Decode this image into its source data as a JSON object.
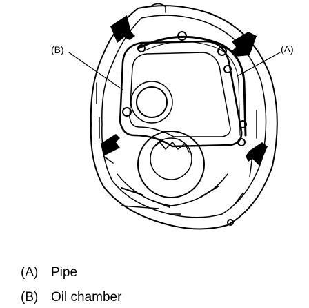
{
  "callouts": {
    "a": "(A)",
    "b": "(B)"
  },
  "legend": [
    {
      "key": "(A)",
      "text": "Pipe"
    },
    {
      "key": "(B)",
      "text": "Oil chamber"
    }
  ],
  "colors": {
    "line": "#000000",
    "background": "#ffffff"
  }
}
